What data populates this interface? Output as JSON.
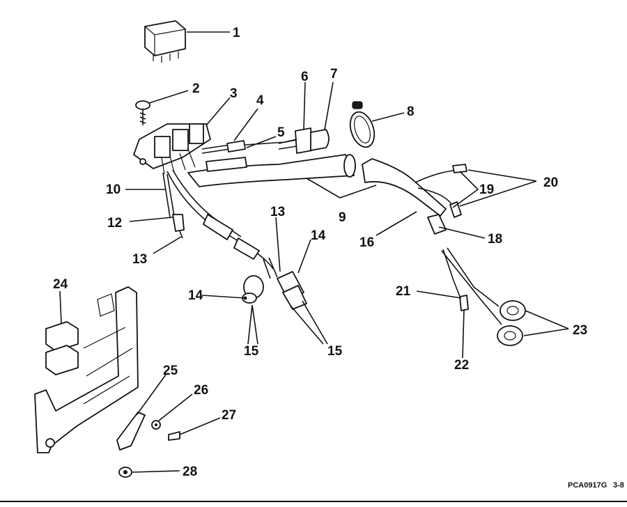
{
  "diagram": {
    "figure_code": "PCA0917G",
    "page_ref": "3-8",
    "callouts": [
      {
        "id": "c1",
        "text": "1"
      },
      {
        "id": "c2",
        "text": "2"
      },
      {
        "id": "c3",
        "text": "3"
      },
      {
        "id": "c4",
        "text": "4"
      },
      {
        "id": "c5",
        "text": "5"
      },
      {
        "id": "c6",
        "text": "6"
      },
      {
        "id": "c7",
        "text": "7"
      },
      {
        "id": "c8",
        "text": "8"
      },
      {
        "id": "c9",
        "text": "9"
      },
      {
        "id": "c10",
        "text": "10"
      },
      {
        "id": "c12",
        "text": "12"
      },
      {
        "id": "c13a",
        "text": "13"
      },
      {
        "id": "c13b",
        "text": "13"
      },
      {
        "id": "c14a",
        "text": "14"
      },
      {
        "id": "c14b",
        "text": "14"
      },
      {
        "id": "c15a",
        "text": "15"
      },
      {
        "id": "c15b",
        "text": "15"
      },
      {
        "id": "c16",
        "text": "16"
      },
      {
        "id": "c18",
        "text": "18"
      },
      {
        "id": "c19",
        "text": "19"
      },
      {
        "id": "c20",
        "text": "20"
      },
      {
        "id": "c21",
        "text": "21"
      },
      {
        "id": "c22",
        "text": "22"
      },
      {
        "id": "c23",
        "text": "23"
      },
      {
        "id": "c24",
        "text": "24"
      },
      {
        "id": "c25",
        "text": "25"
      },
      {
        "id": "c26",
        "text": "26"
      },
      {
        "id": "c27",
        "text": "27"
      },
      {
        "id": "c28",
        "text": "28"
      }
    ]
  }
}
